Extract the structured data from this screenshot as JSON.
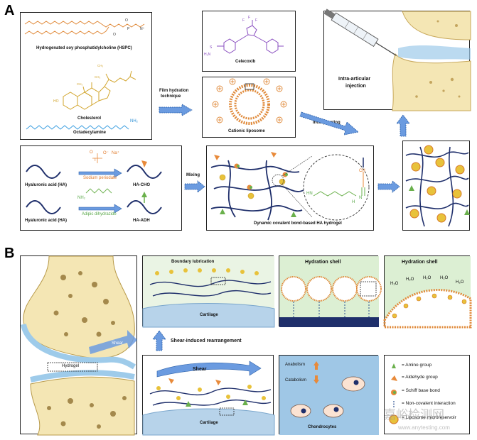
{
  "panels": {
    "a": "A",
    "b": "B"
  },
  "panelA": {
    "hspc": "Hydrogenated soy phosphatidylcholine (HSPC)",
    "cholesterol": "Cholesterol",
    "octadecylamine": "Octadecylamine",
    "nh2": "NH₂",
    "film_hydration_1": "Film hydration",
    "film_hydration_2": "technique",
    "celecoxib": "Celecoxib",
    "cationic_liposome": "Cationic liposome",
    "incorporating": "Incorporating",
    "intra_articular_1": "Intra-articular",
    "intra_articular_2": "injection",
    "ha1": "Hyaluronic acid (HA)",
    "ha2": "Hyaluronic acid (HA)",
    "sodium_periodate": "Sodium periodate",
    "adipic": "Adipic dihydrazide",
    "ha_cho": "HA-CHO",
    "ha_adh": "HA-ADH",
    "mixing": "Mixing",
    "hydrogel_label": "Dynamic covalent bond-based HA hydrogel",
    "chem_ch": "CH",
    "chem_hn": "HN",
    "chem_n": "N",
    "chem_h": "H",
    "na": "Na⁺",
    "o_minus": "O⁻",
    "o": "O",
    "i": "I"
  },
  "panelB": {
    "boundary_lubrication": "Boundary lubrication",
    "cartilage_top": "Cartilage",
    "cartilage_bottom": "Cartilage",
    "hydration_shell_1": "Hydration shell",
    "hydration_shell_2": "Hydration shell",
    "shear_rearrangement": "Shear-induced rearrangement",
    "shear": "Shear",
    "hydrogel": "Hydrogel",
    "shear_small": "Shear",
    "anabolism": "Anabolism",
    "catabolism": "Catabolism",
    "chondrocytes": "Chondrocytes",
    "h2o": "H₂O"
  },
  "legend": [
    {
      "label": "= Amino group",
      "icon": "green-arrow"
    },
    {
      "label": "= Aldehyde group",
      "icon": "orange-wedge"
    },
    {
      "label": "= Schiff base bond",
      "icon": "orange-green-dot"
    },
    {
      "label": "= Non-covalent interaction",
      "icon": "blue-dash"
    },
    {
      "label": "= Liposome microreservoir",
      "icon": "liposome"
    }
  ],
  "watermark": "嘉峪检测网",
  "watermark_url": "www.anytesting.com",
  "colors": {
    "orange": "#e88a3a",
    "green": "#6ab04c",
    "navy": "#1f2f6b",
    "arrow_blue": "#5b8fd6",
    "bone": "#f4e6b4",
    "cartilage": "#b7d3ea",
    "hydration": "#dcefd3",
    "gold": "#e8c23a"
  }
}
